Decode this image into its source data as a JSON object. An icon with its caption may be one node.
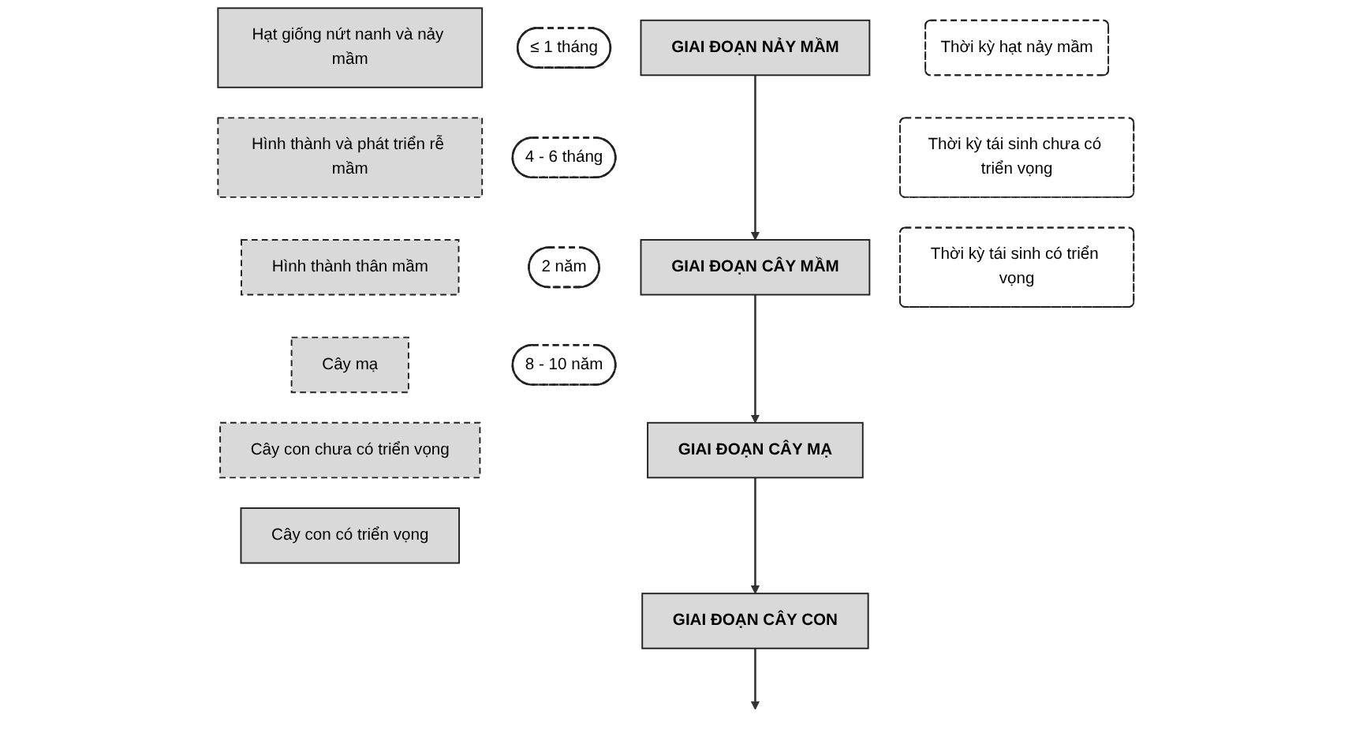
{
  "diagram": {
    "nodes": [
      {
        "text": [
          "GIAI ĐOẠN NẢY MẦM"
        ]
      },
      {
        "text": [
          "≤ 1 tháng"
        ]
      },
      {
        "text": [
          "Hạt giống nứt nanh và nảy mầm"
        ]
      },
      {
        "text": [
          "Thời kỳ hạt nảy mầm"
        ]
      },
      {
        "text": [
          "GIAI ĐOẠN CÂY MẦM"
        ]
      },
      {
        "text": [
          "4 - 6 tháng"
        ]
      },
      {
        "text": [
          "Hình thành và phát triển rễ mầm"
        ]
      },
      {
        "text": [
          "Hình thành thân mầm"
        ]
      },
      {
        "text": [
          "Thời kỳ tái sinh chưa có triển vọng"
        ]
      },
      {
        "text": [
          "GIAI ĐOẠN CÂY MẠ"
        ]
      },
      {
        "text": [
          "2 năm"
        ]
      },
      {
        "text": [
          "Cây mạ"
        ]
      },
      {
        "text": [
          "Cây con chưa có triển vọng"
        ]
      },
      {
        "text": [
          "GIAI ĐOẠN CÂY CON"
        ]
      },
      {
        "text": [
          "8 - 10 năm"
        ]
      },
      {
        "text": [
          "Cây con có triển vọng"
        ]
      },
      {
        "text": [
          "Thời kỳ tái sinh có triển vọng"
        ]
      }
    ],
    "edges": [
      {
        "from": 0,
        "to": 4,
        "arrow": "to"
      },
      {
        "from": 4,
        "to": 9,
        "arrow": "to"
      },
      {
        "from": 9,
        "to": 13,
        "arrow": "to"
      },
      {
        "from": 13,
        "to": null,
        "arrow": "to"
      }
    ]
  }
}
